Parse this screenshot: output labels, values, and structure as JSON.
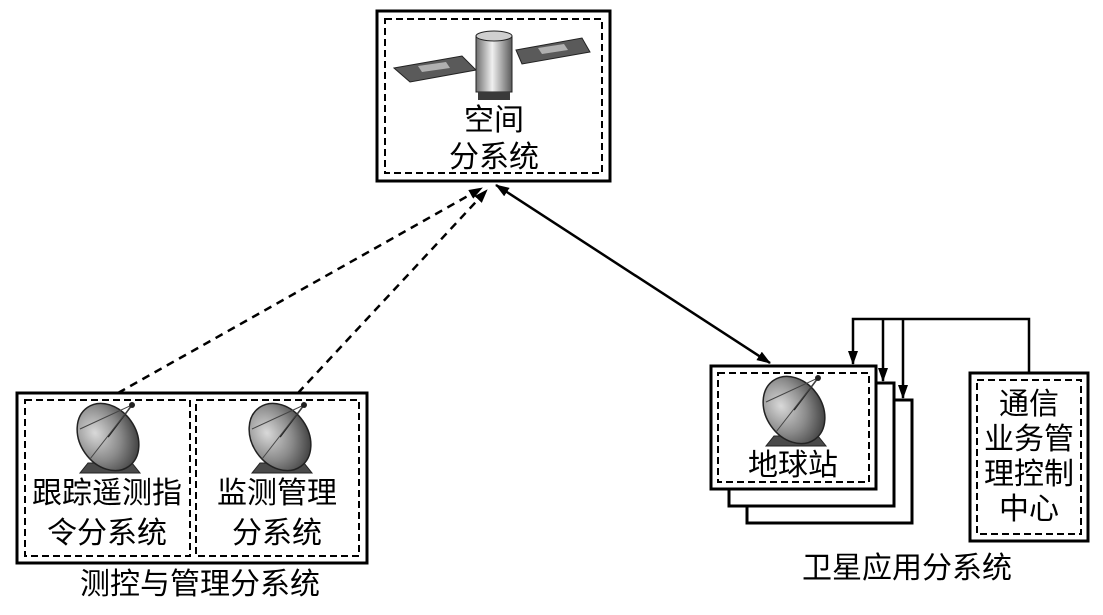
{
  "nodes": {
    "space": {
      "line1": "空间",
      "line2": "分系统"
    },
    "ttc": {
      "line1": "跟踪遥测指",
      "line2": "令分系统"
    },
    "monitor": {
      "line1": "监测管理",
      "line2": "分系统"
    },
    "ground": {
      "label": "地球站"
    },
    "comm": {
      "line1": "通信",
      "line2": "业务管",
      "line3": "理控制",
      "line4": "中心"
    }
  },
  "groups": {
    "control": "测控与管理分系统",
    "application": "卫星应用分系统"
  },
  "icons": {
    "satellite": "satellite-icon",
    "dish": "satellite-dish-icon"
  }
}
